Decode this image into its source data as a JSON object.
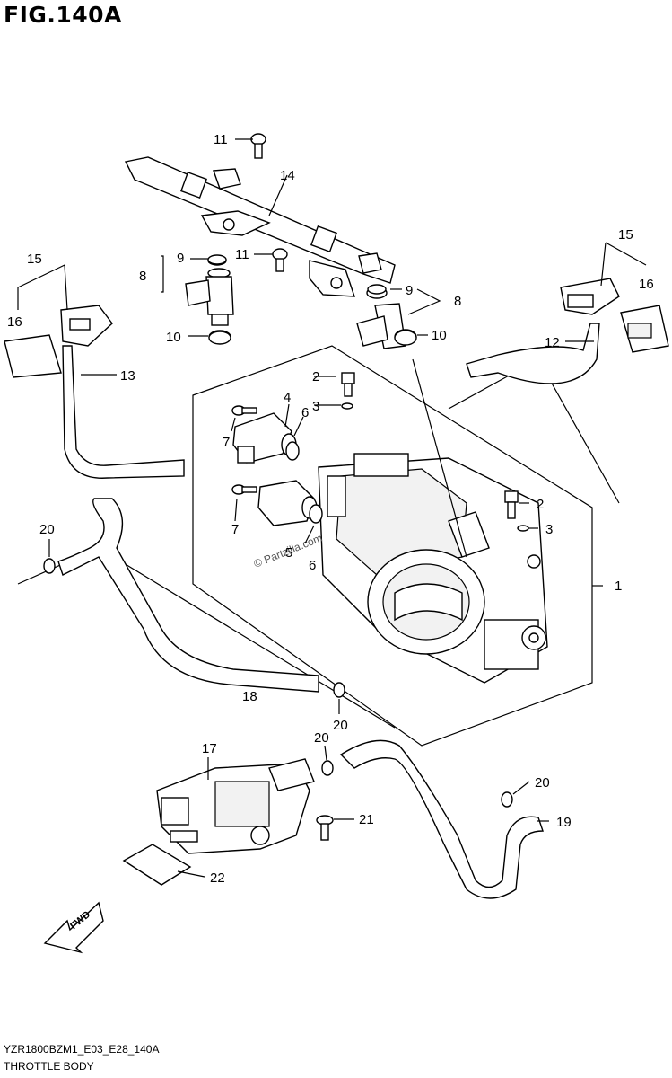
{
  "figure": {
    "title": "FIG.140A",
    "code": "YZR1800BZM1_E03_E28_140A",
    "name": "THROTTLE BODY",
    "watermark": "© Partzilla.com",
    "fwd_label": "FWD"
  },
  "callouts": [
    {
      "id": "c1",
      "text": "1"
    },
    {
      "id": "c2a",
      "text": "2"
    },
    {
      "id": "c2b",
      "text": "2"
    },
    {
      "id": "c3a",
      "text": "3"
    },
    {
      "id": "c3b",
      "text": "3"
    },
    {
      "id": "c4",
      "text": "4"
    },
    {
      "id": "c5",
      "text": "5"
    },
    {
      "id": "c6a",
      "text": "6"
    },
    {
      "id": "c6b",
      "text": "6"
    },
    {
      "id": "c7a",
      "text": "7"
    },
    {
      "id": "c7b",
      "text": "7"
    },
    {
      "id": "c8a",
      "text": "8"
    },
    {
      "id": "c8b",
      "text": "8"
    },
    {
      "id": "c9a",
      "text": "9"
    },
    {
      "id": "c9b",
      "text": "9"
    },
    {
      "id": "c10a",
      "text": "10"
    },
    {
      "id": "c10b",
      "text": "10"
    },
    {
      "id": "c11a",
      "text": "11"
    },
    {
      "id": "c11b",
      "text": "11"
    },
    {
      "id": "c12",
      "text": "12"
    },
    {
      "id": "c13",
      "text": "13"
    },
    {
      "id": "c14",
      "text": "14"
    },
    {
      "id": "c15a",
      "text": "15"
    },
    {
      "id": "c15b",
      "text": "15"
    },
    {
      "id": "c16a",
      "text": "16"
    },
    {
      "id": "c16b",
      "text": "16"
    },
    {
      "id": "c17",
      "text": "17"
    },
    {
      "id": "c18",
      "text": "18"
    },
    {
      "id": "c19",
      "text": "19"
    },
    {
      "id": "c20a",
      "text": "20"
    },
    {
      "id": "c20b",
      "text": "20"
    },
    {
      "id": "c20c",
      "text": "20"
    },
    {
      "id": "c20d",
      "text": "20"
    },
    {
      "id": "c21",
      "text": "21"
    },
    {
      "id": "c22",
      "text": "22"
    }
  ]
}
